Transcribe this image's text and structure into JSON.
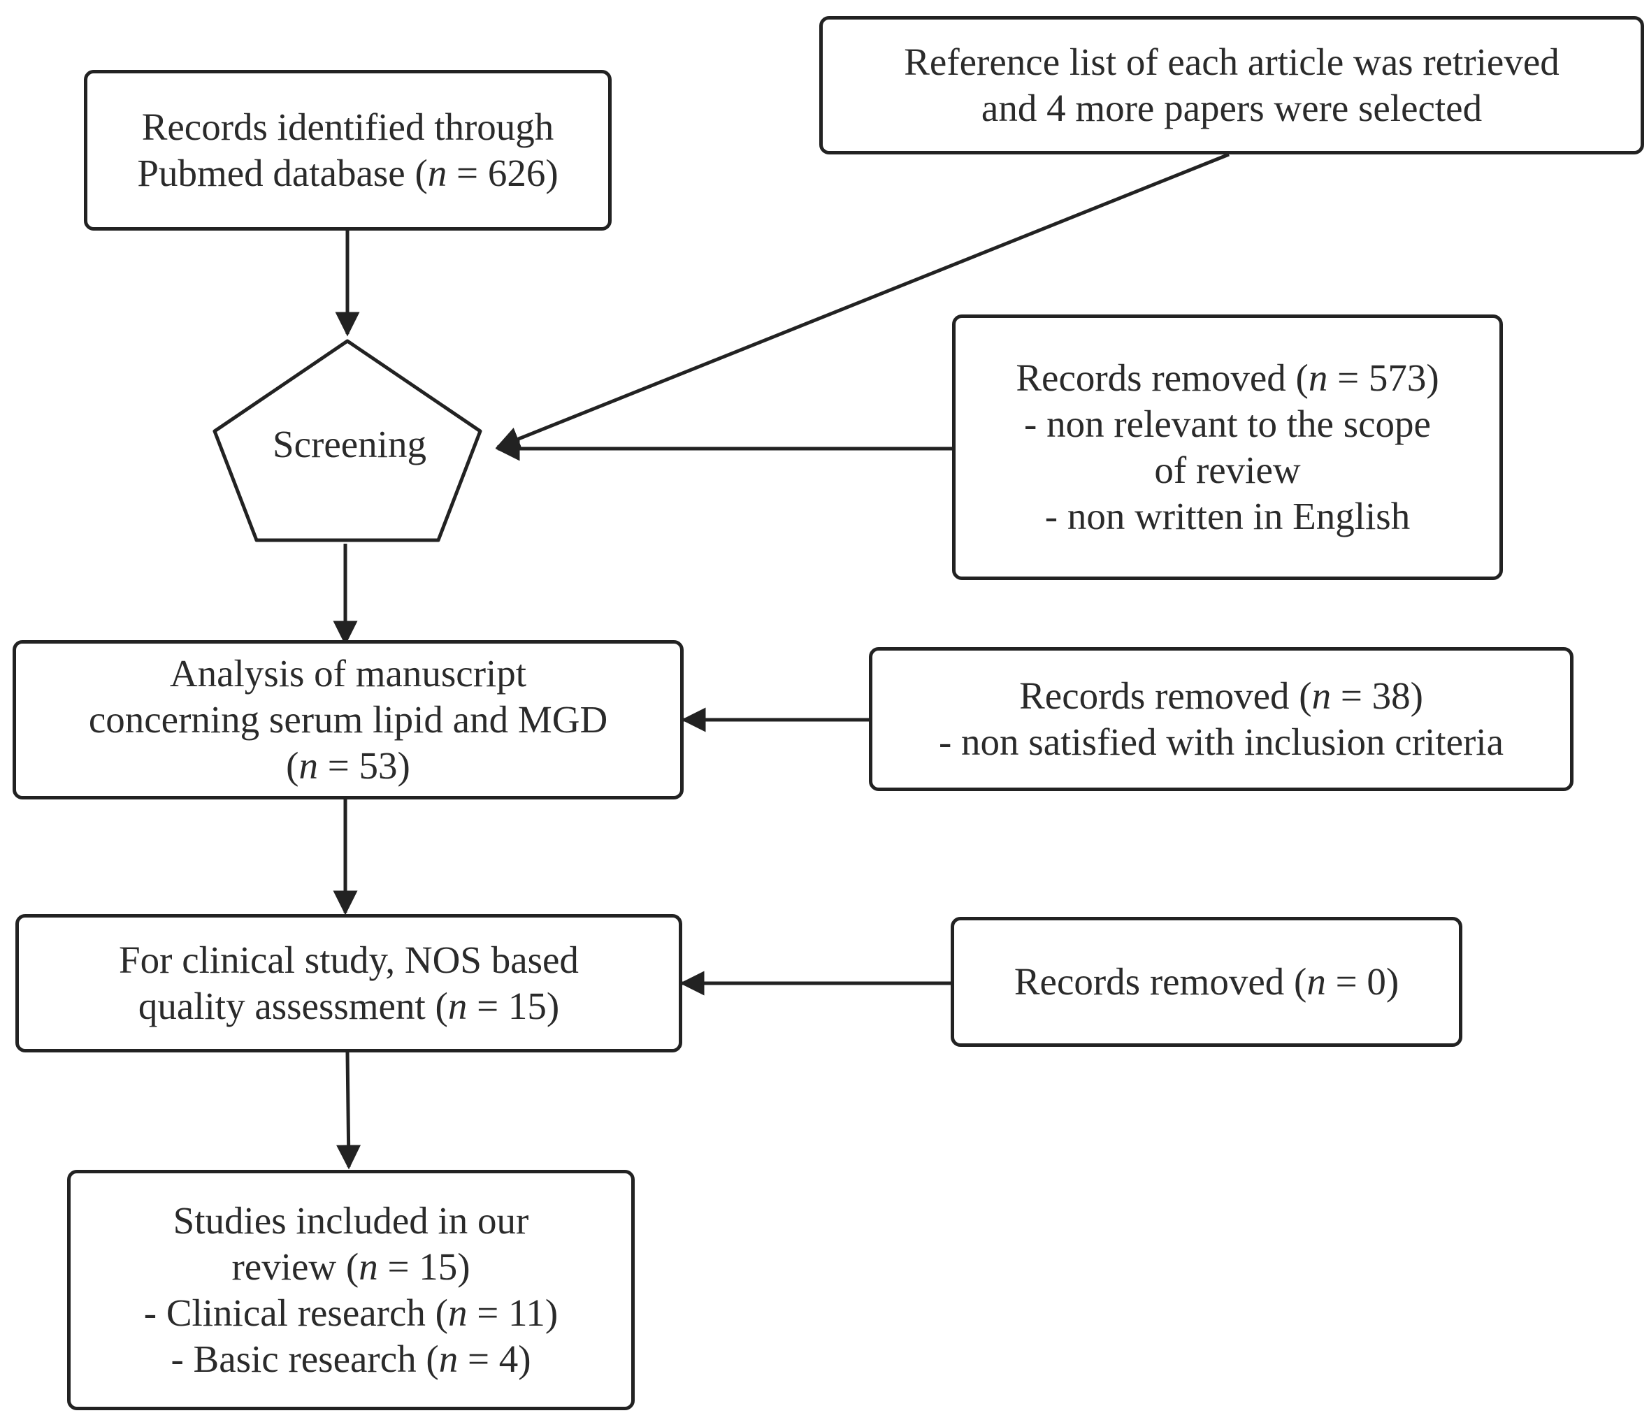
{
  "nodes": {
    "pubmed": {
      "lines": [
        [
          {
            "t": "Records identified through"
          }
        ],
        [
          {
            "t": "Pubmed database ("
          },
          {
            "t": "n",
            "i": true
          },
          {
            "t": " = 626)"
          }
        ]
      ]
    },
    "reference": {
      "lines": [
        [
          {
            "t": "Reference list of each article was retrieved"
          }
        ],
        [
          {
            "t": "and 4 more papers were selected"
          }
        ]
      ]
    },
    "screening": {
      "label": "Screening"
    },
    "removed_573": {
      "lines": [
        [
          {
            "t": "Records removed ("
          },
          {
            "t": "n",
            "i": true
          },
          {
            "t": " = 573)"
          }
        ],
        [
          {
            "t": "- non relevant to the scope"
          }
        ],
        [
          {
            "t": "of review"
          }
        ],
        [
          {
            "t": "- non written in English"
          }
        ]
      ]
    },
    "analysis": {
      "lines": [
        [
          {
            "t": "Analysis of manuscript"
          }
        ],
        [
          {
            "t": "concerning serum lipid and MGD"
          }
        ],
        [
          {
            "t": "("
          },
          {
            "t": "n",
            "i": true
          },
          {
            "t": " = 53)"
          }
        ]
      ]
    },
    "removed_38": {
      "lines": [
        [
          {
            "t": "Records removed ("
          },
          {
            "t": "n",
            "i": true
          },
          {
            "t": " = 38)"
          }
        ],
        [
          {
            "t": "- non satisfied with inclusion criteria"
          }
        ]
      ]
    },
    "nos": {
      "lines": [
        [
          {
            "t": "For clinical study, NOS based"
          }
        ],
        [
          {
            "t": "quality assessment ("
          },
          {
            "t": "n",
            "i": true
          },
          {
            "t": " = 15)"
          }
        ]
      ]
    },
    "removed_0": {
      "lines": [
        [
          {
            "t": "Records removed ("
          },
          {
            "t": "n",
            "i": true
          },
          {
            "t": " = 0)"
          }
        ]
      ]
    },
    "included": {
      "lines": [
        [
          {
            "t": "Studies included in our"
          }
        ],
        [
          {
            "t": "review ("
          },
          {
            "t": "n",
            "i": true
          },
          {
            "t": " = 15)"
          }
        ],
        [
          {
            "t": "- Clinical research ("
          },
          {
            "t": "n",
            "i": true
          },
          {
            "t": " = 11)"
          }
        ],
        [
          {
            "t": "- Basic research ("
          },
          {
            "t": "n",
            "i": true
          },
          {
            "t": " = 4)"
          }
        ]
      ]
    }
  },
  "edges": [
    {
      "from": "pubmed",
      "to": "screening"
    },
    {
      "from": "reference",
      "to": "screening"
    },
    {
      "from": "removed_573",
      "to": "screening"
    },
    {
      "from": "screening",
      "to": "analysis"
    },
    {
      "from": "removed_38",
      "to": "analysis"
    },
    {
      "from": "analysis",
      "to": "nos"
    },
    {
      "from": "removed_0",
      "to": "nos"
    },
    {
      "from": "nos",
      "to": "included"
    }
  ],
  "colors": {
    "stroke": "#222222",
    "text": "#2a2a2a"
  }
}
